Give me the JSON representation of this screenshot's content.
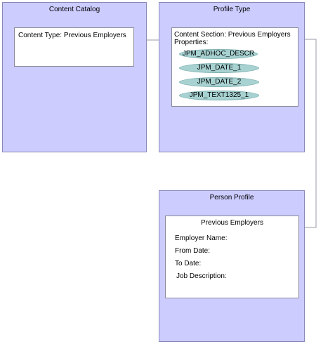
{
  "content_catalog": {
    "title": "Content Catalog",
    "card_text": "Content Type:  Previous Employers"
  },
  "profile_type": {
    "title": "Profile Type",
    "section_label": "Content Section: Previous Employers",
    "properties_label": "Properties:",
    "properties": [
      "JPM_ADHOC_DESCR",
      "JPM_DATE_1",
      "JPM_DATE_2",
      "JPM_TEXT1325_1"
    ]
  },
  "person_profile": {
    "title": "Person Profile",
    "card_title": "Previous Employers",
    "fields": [
      "Employer Name:",
      "From Date:",
      "To Date:",
      "Job Description:"
    ]
  },
  "colors": {
    "panel_fill": "#ccccff",
    "property_fill": "#a8d2d2",
    "connector": "#9a9aaa"
  }
}
